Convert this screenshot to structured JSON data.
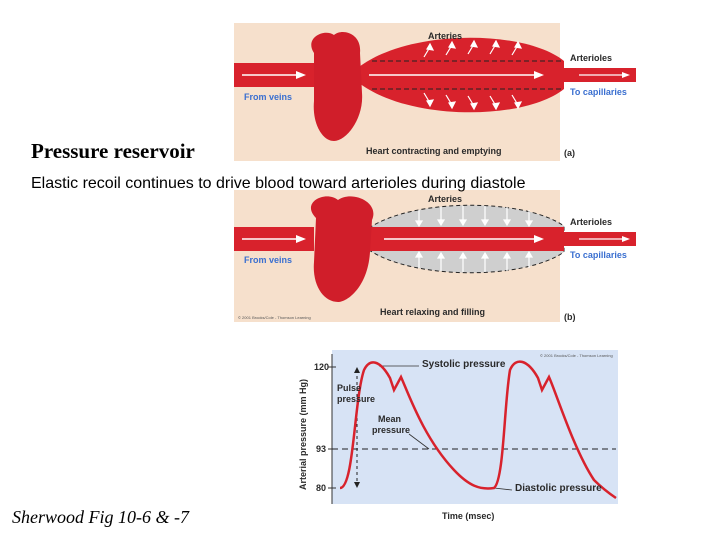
{
  "slide": {
    "heading": "Pressure reservoir",
    "subheading": "Elastic recoil continues to drive blood toward arterioles during diastole",
    "citation": "Sherwood Fig 10-6 & -7"
  },
  "panel_a": {
    "arteries": "Arteries",
    "arterioles": "Arterioles",
    "from_veins": "From veins",
    "to_capillaries": "To capillaries",
    "caption": "Heart contracting and emptying",
    "letter": "(a)"
  },
  "panel_b": {
    "arteries": "Arteries",
    "arterioles": "Arterioles",
    "from_veins": "From veins",
    "to_capillaries": "To capillaries",
    "caption": "Heart relaxing and filling",
    "letter": "(b)",
    "copyright": "© 2001 Brooks/Cole - Thomson Learning"
  },
  "graph": {
    "ylabel": "Arterial pressure (mm Hg)",
    "xlabel": "Time (msec)",
    "y_ticks": [
      "120",
      "93",
      "80"
    ],
    "systolic": "Systolic pressure",
    "pulse": [
      "Pulse",
      "pressure"
    ],
    "mean": [
      "Mean",
      "pressure"
    ],
    "diastolic": "Diastolic pressure",
    "copyright": "© 2001 Brooks/Cole - Thomson Learning"
  },
  "colors": {
    "vessel_red": "#d8222c",
    "heart_red": "#d01e2a",
    "panel_bg": "#f6e0cc",
    "graph_bg": "#d7e3f5",
    "relaxed_fill": "#cfcfcf",
    "label_blue": "#3a6fd0"
  }
}
